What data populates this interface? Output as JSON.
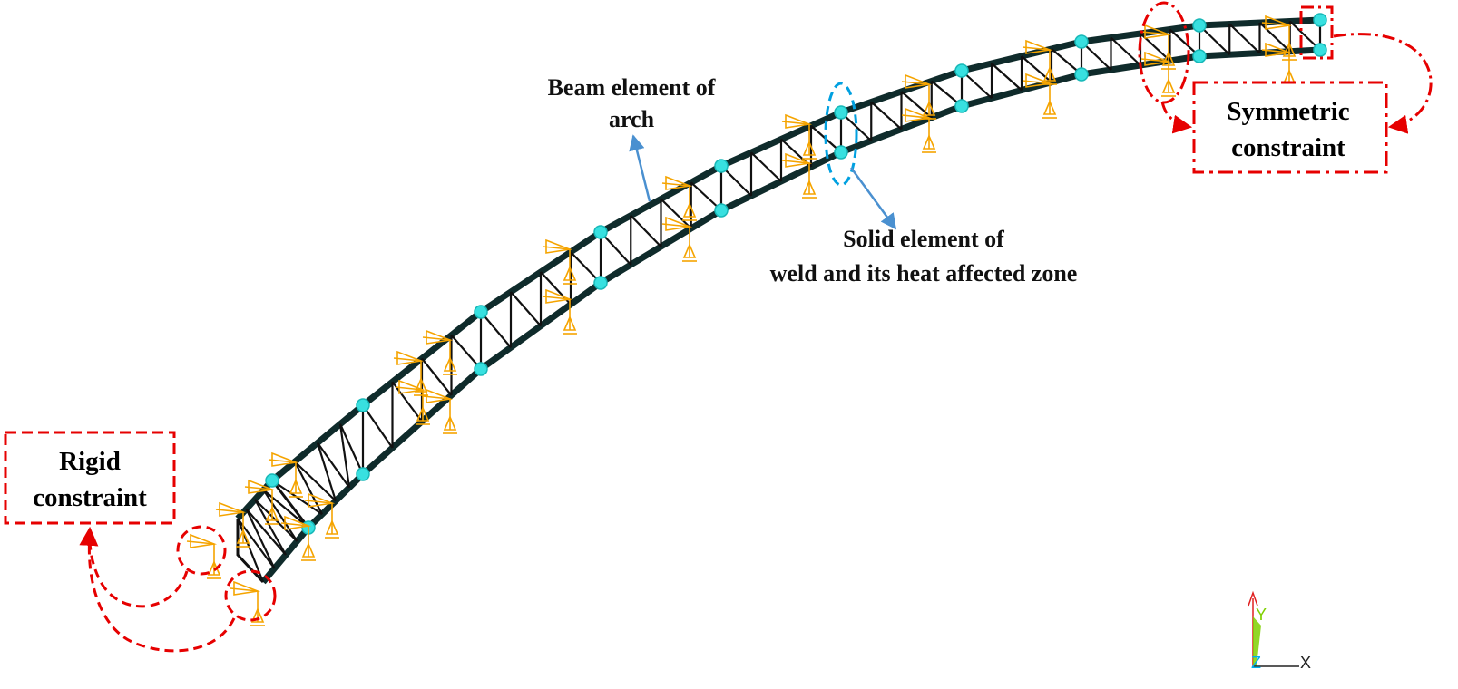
{
  "labels": {
    "beam": [
      "Beam element of",
      "arch"
    ],
    "solid": [
      "Solid element of",
      "weld and its heat affected zone"
    ],
    "symmetric": [
      "Symmetric",
      "constraint"
    ],
    "rigid": [
      "Rigid",
      "constraint"
    ]
  },
  "triad": {
    "y": "Y",
    "z": "Z",
    "x": "X"
  },
  "colors": {
    "truss": "#0f2b2b",
    "weld_nodes": "#38e0e0",
    "supports": "#f5a400",
    "red_callout": "#e60000",
    "blue_callout": "#4a90d0",
    "cyan_callout": "#00a0e0"
  },
  "icons": [
    "support-arrow-icon",
    "axis-triad-icon"
  ]
}
